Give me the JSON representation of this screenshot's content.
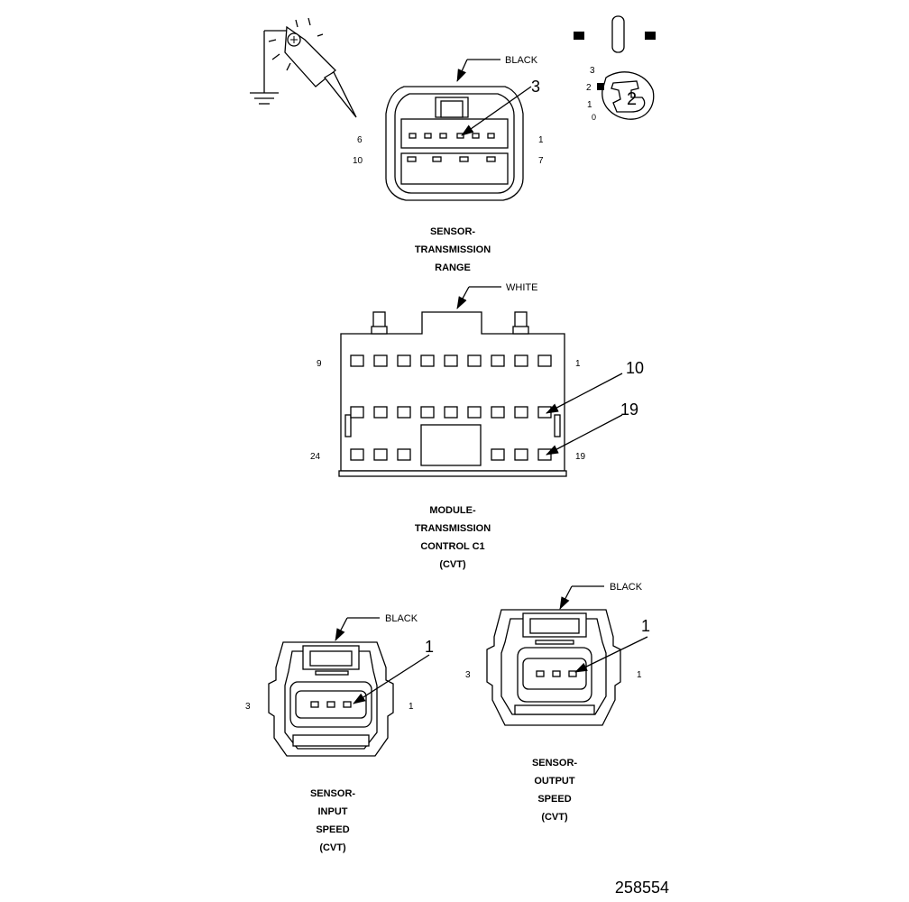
{
  "legend": {
    "probe_icon": "backprobe-ground-test-icon",
    "key_icon": "ignition-key-position-icon",
    "key_positions": [
      "3",
      "2",
      "1",
      "0"
    ],
    "key_position_selected": "2"
  },
  "connectors": {
    "trs": {
      "color": "BLACK",
      "callout": "3",
      "pin_left_top": "6",
      "pin_right_top": "1",
      "pin_left_bottom": "10",
      "pin_right_bottom": "7",
      "title": [
        "SENSOR-",
        "TRANSMISSION",
        "RANGE"
      ]
    },
    "tcm": {
      "color": "WHITE",
      "callout_a": "10",
      "callout_b": "19",
      "pin_left_top": "9",
      "pin_right_top": "1",
      "pin_left_bottom": "24",
      "pin_right_bottom": "19",
      "title": [
        "MODULE-",
        "TRANSMISSION",
        "CONTROL C1",
        "(CVT)"
      ]
    },
    "iss": {
      "color": "BLACK",
      "callout": "1",
      "pin_left": "3",
      "pin_right": "1",
      "title": [
        "SENSOR-",
        "INPUT",
        "SPEED",
        "(CVT)"
      ]
    },
    "oss": {
      "color": "BLACK",
      "callout": "1",
      "pin_left": "3",
      "pin_right": "1",
      "title": [
        "SENSOR-",
        "OUTPUT",
        "SPEED",
        "(CVT)"
      ]
    }
  },
  "figure_number": "258554"
}
